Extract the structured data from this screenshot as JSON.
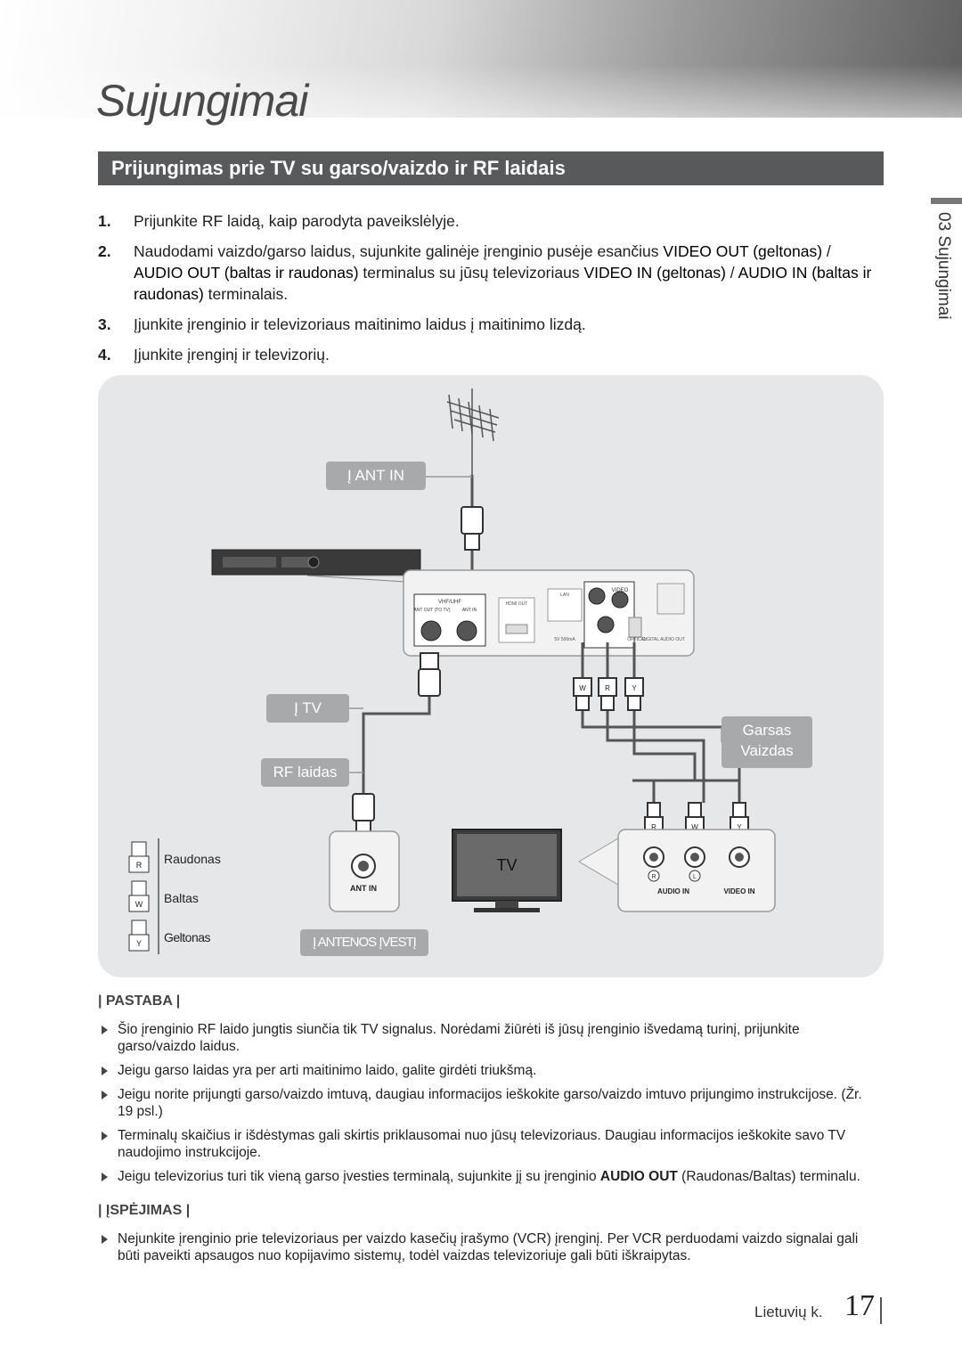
{
  "chapter": {
    "title": "Sujungimai"
  },
  "side_tab": {
    "text": "03  Sujungimai"
  },
  "section": {
    "title": "Prijungimas prie TV su garso/vaizdo ir RF laidais"
  },
  "steps": [
    {
      "num": "1.",
      "text": "Prijunkite RF laidą, kaip parodyta paveikslėlyje."
    },
    {
      "num": "2.",
      "t1": "Naudodami vaizdo/garso laidus, sujunkite galinėje įrenginio pusėje esančius ",
      "b1": "VIDEO OUT (geltonas)",
      "t2": " / ",
      "b2": "AUDIO OUT (baltas ir raudonas)",
      "t3": " terminalus su jūsų televizoriaus ",
      "b3": "VIDEO IN (geltonas)",
      "t4": " / ",
      "b4": "AUDIO IN (baltas ir raudonas)",
      "t5": " terminalais."
    },
    {
      "num": "3.",
      "text": "Įjunkite įrenginio ir televizoriaus maitinimo laidus į maitinimo lizdą."
    },
    {
      "num": "4.",
      "text": "Įjunkite įrenginį ir televizorių."
    }
  ],
  "diagram": {
    "label_ant_in": "Į ANT IN",
    "label_to_tv": "Į TV",
    "label_rf_cable": "RF laidas",
    "label_audio": "Garsas",
    "label_video": "Vaizdas",
    "label_antenna_input": "Į ANTENOS ĮVESTĮ",
    "tv_label": "TV",
    "tv_ant_in": "ANT IN",
    "tv_audio_in": "AUDIO IN",
    "tv_video_in": "VIDEO IN",
    "jack_r": "R",
    "jack_l": "L",
    "plug_w": "W",
    "plug_r": "R",
    "plug_y": "Y",
    "panel_vhf": "VHF/UHF",
    "panel_ant_out": "ANT OUT (TO TV)",
    "panel_ant_in": "ANT IN",
    "panel_hdmi": "HDMI OUT",
    "panel_lan": "LAN",
    "panel_video": "VIDEO",
    "panel_usb": "5V 500mA",
    "panel_optical": "OPTICAL",
    "panel_digital": "DIGITAL AUDIO OUT",
    "legend": [
      {
        "code": "R",
        "name": "Raudonas"
      },
      {
        "code": "W",
        "name": "Baltas"
      },
      {
        "code": "Y",
        "name": "Geltonas"
      }
    ]
  },
  "note": {
    "heading": "| PASTABA |",
    "items": [
      "Šio įrenginio RF laido jungtis siunčia tik TV signalus. Norėdami žiūrėti iš jūsų įrenginio išvedamą turinį, prijunkite garso/vaizdo laidus.",
      "Jeigu garso laidas yra per arti maitinimo laido, galite girdėti triukšmą.",
      "Jeigu norite prijungti garso/vaizdo imtuvą, daugiau informacijos ieškokite garso/vaizdo imtuvo prijungimo instrukcijose. (Žr. 19 psl.)",
      "Terminalų skaičius ir išdėstymas gali skirtis priklausomai nuo jūsų televizoriaus. Daugiau informacijos ieškokite savo TV naudojimo instrukcijoje."
    ],
    "last_item": {
      "t1": "Jeigu televizorius turi tik vieną garso įvesties terminalą, sujunkite jį su įrenginio ",
      "b1": "AUDIO OUT",
      "t2": " (Raudonas/Baltas) terminalu."
    }
  },
  "caution": {
    "heading": "| ĮSPĖJIMAS |",
    "items": [
      "Nejunkite įrenginio prie televizoriaus per vaizdo kasečių įrašymo (VCR) įrenginį. Per VCR perduodami vaizdo signalai gali būti paveikti apsaugos nuo kopijavimo sistemų, todėl vaizdas televizoriuje gali būti iškraipytas."
    ]
  },
  "footer": {
    "language": "Lietuvių k.",
    "page": "17"
  }
}
